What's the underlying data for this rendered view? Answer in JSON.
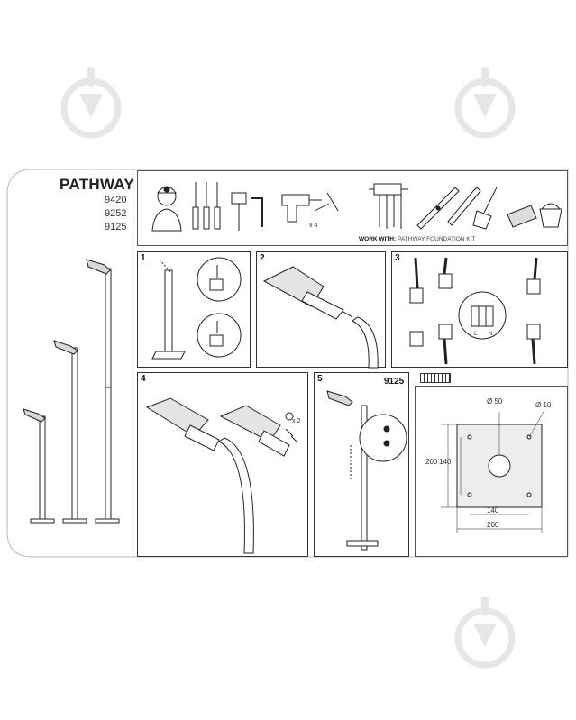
{
  "header": {
    "title": "PATHWAY",
    "codes": [
      "9420",
      "9252",
      "9125"
    ]
  },
  "tools_panel": {
    "warning_mark": "!",
    "screw_count": "x 4",
    "work_with_label": "WORK WITH:",
    "work_with_value": "PATHWAY FOUNDATION KIT"
  },
  "steps": [
    {
      "number": "1"
    },
    {
      "number": "2"
    },
    {
      "number": "3"
    },
    {
      "number": "4",
      "screw_count": "x 2"
    },
    {
      "number": "5",
      "model": "9125"
    }
  ],
  "wiring_labels": [
    "L",
    "N"
  ],
  "base_plate": {
    "dia_center": "Ø 50",
    "dia_hole": "Ø 10",
    "dim_outer_v": "200",
    "dim_inner_v": "140",
    "dim_inner_h": "140",
    "dim_outer_h": "200"
  },
  "colors": {
    "line": "#222222",
    "watermark": "#e6e6e6",
    "plate": "#ededed"
  }
}
